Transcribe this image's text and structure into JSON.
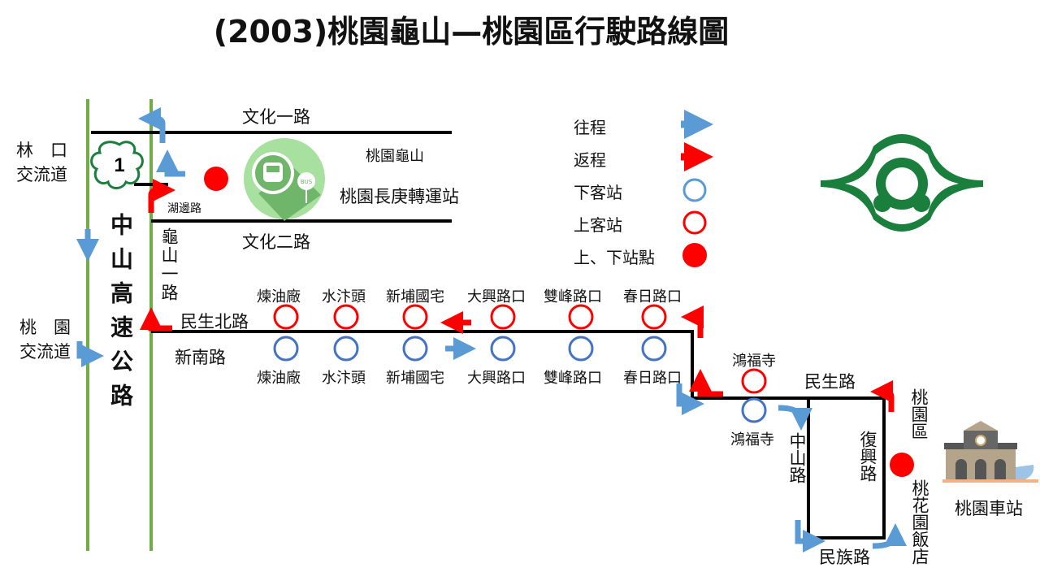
{
  "title": "(2003)桃園龜山—桃園區行駛路線圖",
  "colors": {
    "outbound": "#5b9bd5",
    "return": "#ff0000",
    "highway": "#70ad47",
    "road": "#000000",
    "logo": "#1a7f3c"
  },
  "highway": {
    "name": "中山高速公路",
    "number": "1",
    "interchanges": [
      "林　口\n交流道",
      "桃　園\n交流道"
    ]
  },
  "roads": {
    "wenhua1": "文化一路",
    "wenhua2": "文化二路",
    "hubian": "湖邊路",
    "guishan1": "龜山一路",
    "minsheng_north": "民生北路",
    "xinnan": "新南路",
    "minsheng": "民生路",
    "zhongshan": "中山路",
    "fuxing": "復興路",
    "minzu": "民族路"
  },
  "terminal": {
    "district": "桃園龜山",
    "name": "桃園長庚轉運站",
    "bus_sign": "BUS"
  },
  "stops_boarding": [
    "煉油廠",
    "水汴頭",
    "新埔國宅",
    "大興路口",
    "雙峰路口",
    "春日路口",
    "鴻福寺"
  ],
  "stops_alighting": [
    "煉油廠",
    "水汴頭",
    "新埔國宅",
    "大興路口",
    "雙峰路口",
    "春日路口",
    "鴻福寺"
  ],
  "end": {
    "district": "桃園區",
    "hotel": "桃花園飯店",
    "station": "桃園車站"
  },
  "legend": [
    {
      "label": "往程",
      "icon": "blue-arrow"
    },
    {
      "label": "返程",
      "icon": "red-arrow"
    },
    {
      "label": "下客站",
      "icon": "blue-ring"
    },
    {
      "label": "上客站",
      "icon": "red-ring"
    },
    {
      "label": "上、下站點",
      "icon": "red-dot"
    }
  ]
}
